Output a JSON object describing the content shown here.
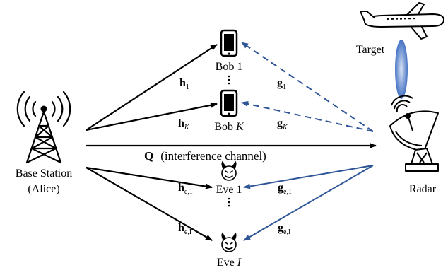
{
  "nodes": {
    "base_station": {
      "line1": "Base Station",
      "line2": "(Alice)"
    },
    "bob1": {
      "name": "Bob",
      "index": "1"
    },
    "bobK": {
      "name": "Bob",
      "index": "K"
    },
    "eve1": {
      "name": "Eve",
      "index": "1"
    },
    "eveI": {
      "name": "Eve",
      "index": "I"
    },
    "target": {
      "label": "Target"
    },
    "radar": {
      "label": "Radar"
    }
  },
  "channels": {
    "h1": {
      "sym": "h",
      "sub": "1"
    },
    "hK": {
      "sym": "h",
      "sub": "K"
    },
    "he1": {
      "sym": "h",
      "sub": "e,1"
    },
    "heI": {
      "sym": "h",
      "sub": "e,I"
    },
    "g1": {
      "sym": "g",
      "sub": "1"
    },
    "gK": {
      "sym": "g",
      "sub": "K"
    },
    "ge1": {
      "sym": "g",
      "sub": "e,1"
    },
    "geI": {
      "sym": "g",
      "sub": "e,I"
    },
    "Q": {
      "sym": "Q",
      "desc": "(interference channel)"
    }
  },
  "colors": {
    "black_link": "#000000",
    "radar_link": "#2F5597",
    "beam_light": "#D9E4F5",
    "beam_dark": "#4472C4"
  }
}
